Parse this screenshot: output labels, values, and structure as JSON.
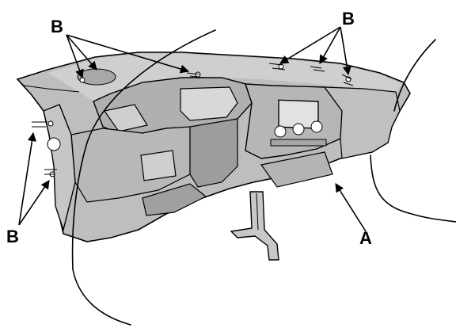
{
  "callouts": {
    "top_left": "B",
    "top_right": "B",
    "left": "B",
    "bottom_right": "A"
  }
}
